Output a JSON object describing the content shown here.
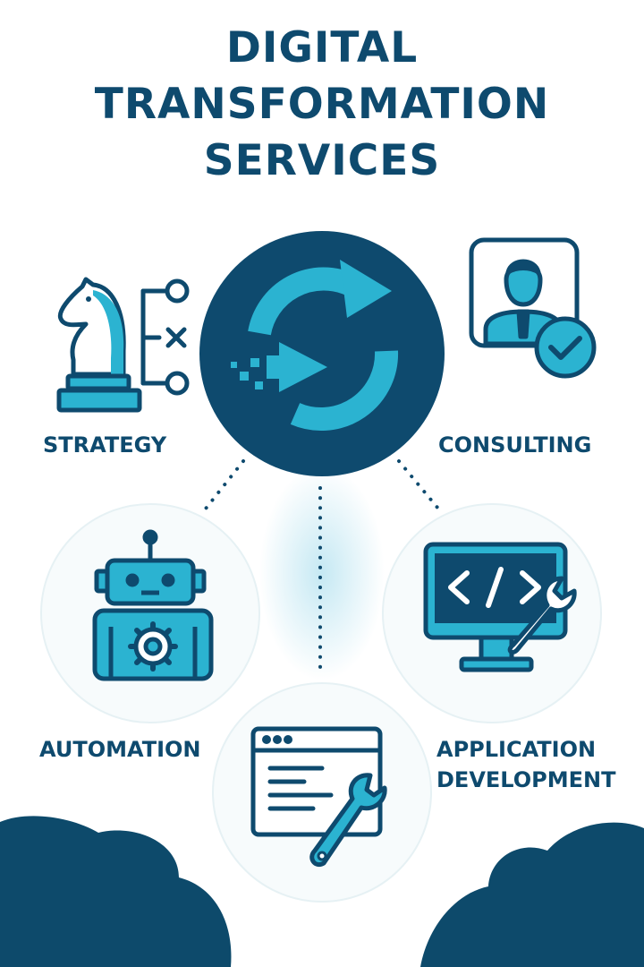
{
  "title": {
    "line1": "DIGITAL",
    "line2": "TRANSFORMATION",
    "line3": "SERVICES"
  },
  "services": {
    "strategy": "STRATEGY",
    "consulting": "CONSULTING",
    "automation": "AUTOMATION",
    "app_line1": "APPLICATION",
    "app_line2": "DEVELOPMENT"
  },
  "colors": {
    "navy": "#0e4a6e",
    "teal": "#2bb3d1",
    "light_teal": "#cdeef6",
    "cloud": "#0d4a6b"
  },
  "icons": [
    "chess-knight-icon",
    "refresh-arrows-icon",
    "consultant-check-icon",
    "robot-gear-icon",
    "monitor-code-wrench-icon",
    "browser-code-wrench-icon",
    "cloud-icon"
  ]
}
